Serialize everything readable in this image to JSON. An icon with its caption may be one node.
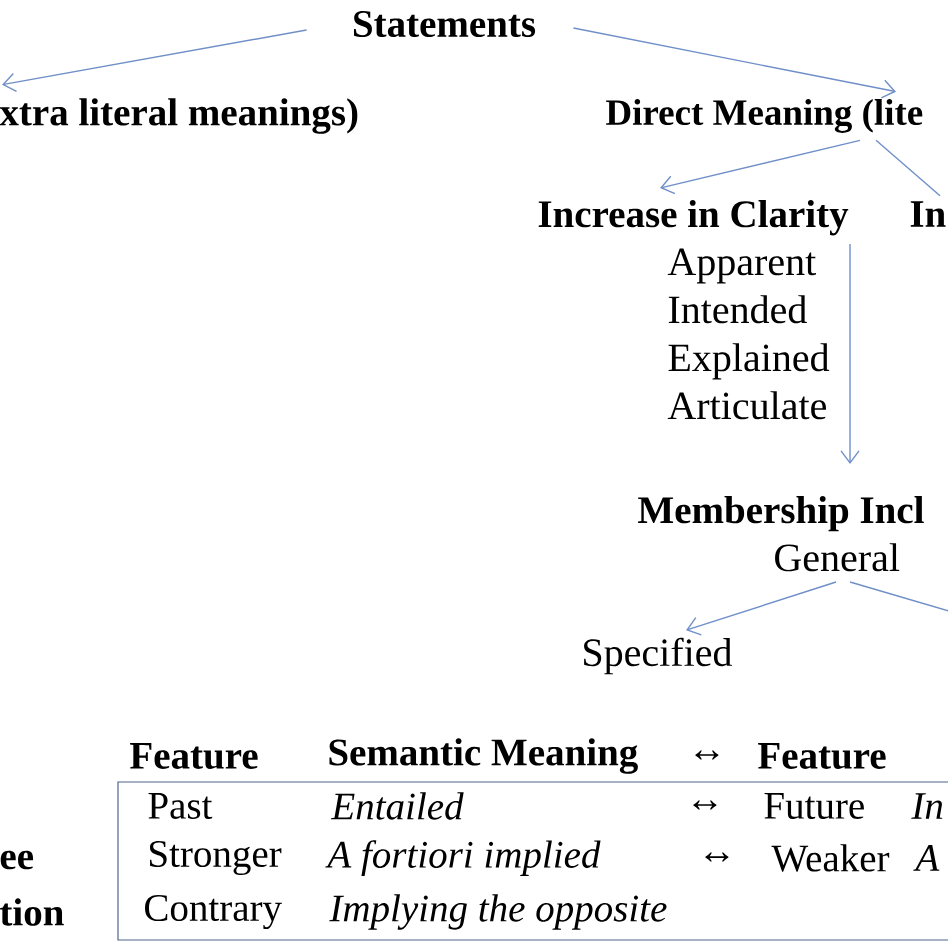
{
  "diagram": {
    "nodes": [
      {
        "text": [
          "Statements"
        ]
      },
      {
        "text": [
          "xtra literal meanings)"
        ]
      },
      {
        "text": [
          "Direct Meaning (lite"
        ]
      },
      {
        "text": [
          "Increase in Clarity",
          "Apparent",
          "Intended",
          "Explained",
          "Articulate"
        ]
      },
      {
        "text": [
          "In"
        ]
      },
      {
        "text": [
          "Membership Incl",
          "General"
        ]
      },
      {
        "text": [
          "Specified"
        ]
      }
    ],
    "edges": [
      {
        "from": 0,
        "to": 1,
        "arrow": "to"
      },
      {
        "from": 0,
        "to": 2,
        "arrow": "to"
      },
      {
        "from": 2,
        "to": 3,
        "arrow": "to"
      },
      {
        "from": 2,
        "to": 4,
        "arrow": "none"
      },
      {
        "from": 3,
        "to": 5,
        "arrow": "to"
      },
      {
        "from": 5,
        "to": 6,
        "arrow": "to"
      },
      {
        "from": 5,
        "to": null,
        "arrow": "none"
      }
    ],
    "labels": [
      "Feature",
      "Semantic Meaning",
      "↔",
      "Feature",
      "Past",
      "Entailed",
      "↔",
      "Future",
      "In",
      "ee",
      "Stronger",
      "A fortiori implied",
      "↔",
      "Weaker",
      "A",
      "tion",
      "Contrary",
      "Implying the opposite"
    ]
  }
}
